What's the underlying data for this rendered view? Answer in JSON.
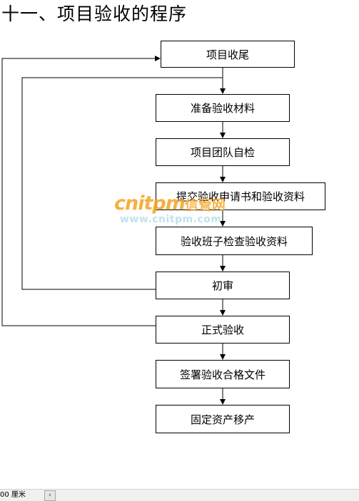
{
  "title": "十一、项目验收的程序",
  "steps": [
    "项目收尾",
    "准备验收材料",
    "项目团队自检",
    "提交验收申请书和验收资料",
    "验收班子检查验收资料",
    "初审",
    "正式验收",
    "签署验收合格文件",
    "固定资产移产"
  ],
  "watermark": {
    "brand": "cnitpm",
    "brand_cn": "信管网",
    "url": "www.cnitpm.com"
  },
  "statusbar": {
    "zoom": "00 厘米",
    "scroll_left_icon": "chevron-left-icon",
    "scroll_left_glyph": "‹"
  }
}
